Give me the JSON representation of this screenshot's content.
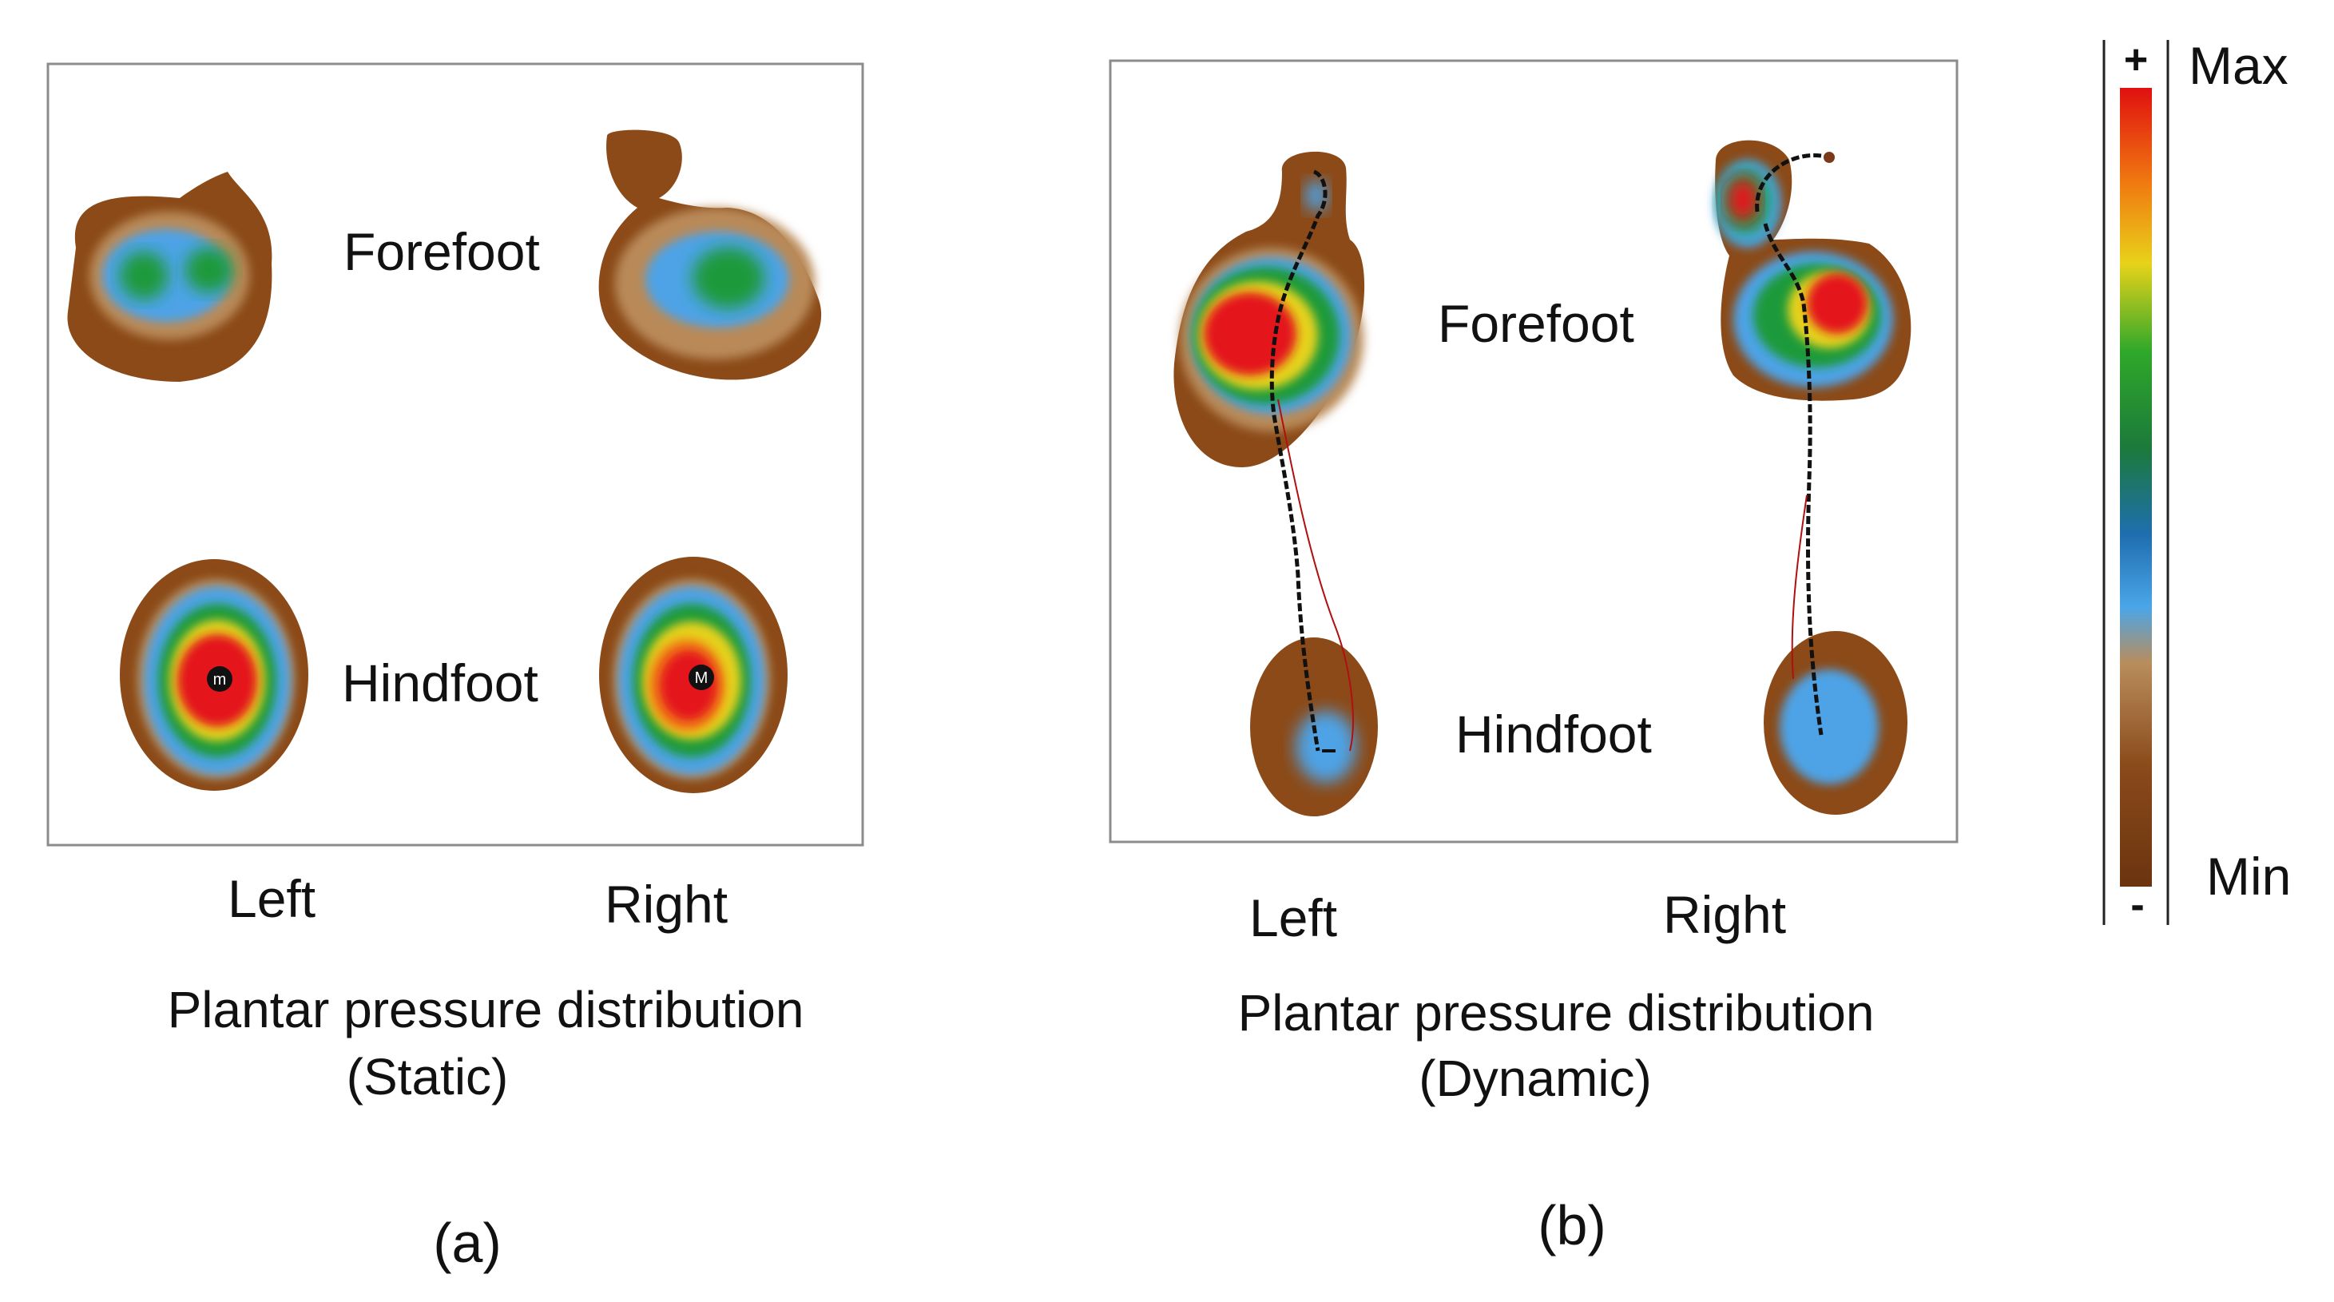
{
  "panels": [
    {
      "region_forefoot": "Forefoot",
      "region_hindfoot": "Hindfoot",
      "side_left": "Left",
      "side_right": "Right",
      "caption_line1": "Plantar pressure distribution",
      "caption_line2": "(Static)",
      "tag": "(a)",
      "marker_left": "m",
      "marker_right": "M"
    },
    {
      "region_forefoot": "Forefoot",
      "region_hindfoot": "Hindfoot",
      "side_left": "Left",
      "side_right": "Right",
      "caption_line1": "Plantar pressure distribution",
      "caption_line2": "(Dynamic)",
      "tag": "(b)"
    }
  ],
  "legend": {
    "max_label": "Max",
    "min_label": "Min",
    "plus_sign": "+",
    "minus_sign": "-",
    "gradient_colors": [
      "#e01010",
      "#f07a10",
      "#e8d21a",
      "#2fa82a",
      "#1c7a3a",
      "#1f6eb0",
      "#4aa6e8",
      "#b98d5c",
      "#8a4a1a",
      "#6b3410"
    ]
  },
  "colors": {
    "outer": "#8b4a18",
    "mid": "#b98a58",
    "blue": "#4da3e6",
    "green": "#1e9a3a",
    "yellow": "#e6d21e",
    "orange": "#f07a14",
    "red": "#e4141a"
  }
}
